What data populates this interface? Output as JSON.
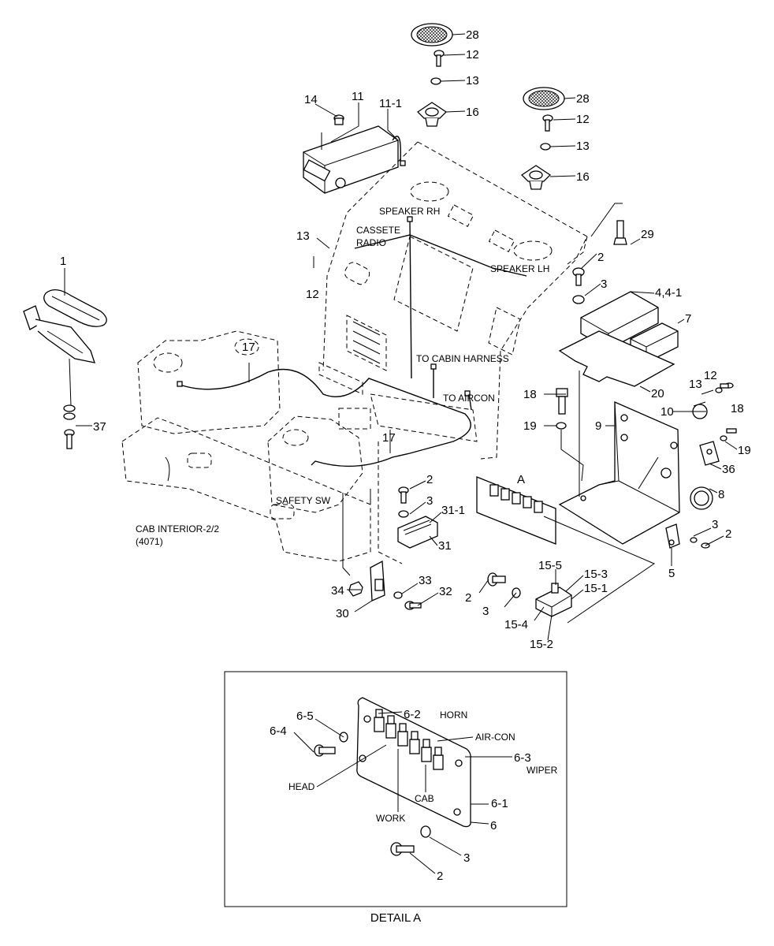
{
  "callouts": {
    "c1": "1",
    "c2a": "2",
    "c2b": "2",
    "c2c": "2",
    "c2d": "2",
    "c3a": "3",
    "c3b": "3",
    "c3c": "3",
    "c3d": "3",
    "c4": "4,4-1",
    "c5": "5",
    "c7": "7",
    "c8": "8",
    "c9": "9",
    "c10": "10",
    "c11": "11",
    "c11_1": "11-1",
    "c12a": "12",
    "c12b": "12",
    "c12c": "12",
    "c12d": "12",
    "c13a": "13",
    "c13b": "13",
    "c13c": "13",
    "c13d": "13",
    "c14": "14",
    "c15_1": "15-1",
    "c15_2": "15-2",
    "c15_3": "15-3",
    "c15_4": "15-4",
    "c15_5": "15-5",
    "c16a": "16",
    "c16b": "16",
    "c17a": "17",
    "c17b": "17",
    "c18a": "18",
    "c18b": "18",
    "c19a": "19",
    "c19b": "19",
    "c20": "20",
    "c28a": "28",
    "c28b": "28",
    "c29": "29",
    "c30": "30",
    "c31": "31",
    "c31_1": "31-1",
    "c32": "32",
    "c33": "33",
    "c34": "34",
    "c36": "36",
    "c37": "37",
    "cA": "A"
  },
  "notes": {
    "speaker_rh": "SPEAKER RH",
    "speaker_lh": "SPEAKER LH",
    "cassete": "CASSETE",
    "radio": "RADIO",
    "to_cabin_harness": "TO CABIN HARNESS",
    "to_aircon": "TO AIRCON",
    "safety_sw": "SAFETY SW",
    "cab_interior": "CAB INTERIOR-2/2",
    "cab_interior_ref": "(4071)"
  },
  "detail": {
    "title": "DETAIL A",
    "c6": "6",
    "c6_1": "6-1",
    "c6_2": "6-2",
    "c6_3": "6-3",
    "c6_4": "6-4",
    "c6_5": "6-5",
    "c2": "2",
    "c3": "3",
    "horn": "HORN",
    "air_con": "AIR-CON",
    "wiper": "WIPER",
    "head": "HEAD",
    "work": "WORK",
    "cab": "CAB"
  }
}
